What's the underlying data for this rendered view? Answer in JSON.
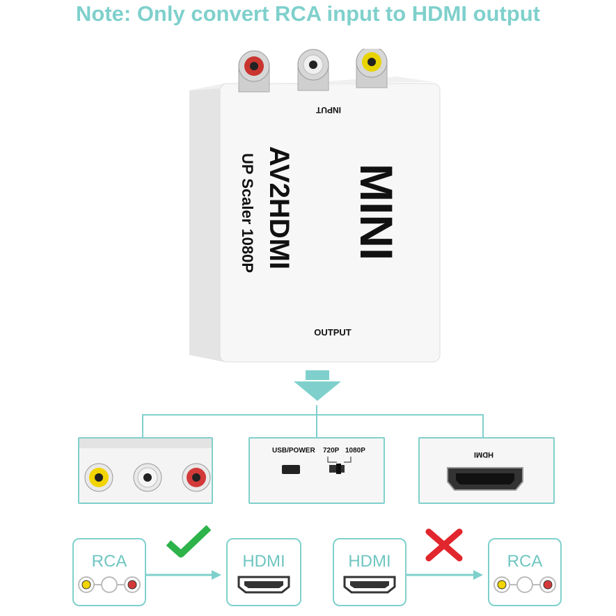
{
  "note": "Note: Only convert RCA input to HDMI output",
  "device": {
    "input_label": "INPUT",
    "output_label": "OUTPUT",
    "model_text": "AV2HDMI",
    "sub_text": "UP Scaler 1080P",
    "brand_text": "MINI"
  },
  "panels": {
    "usb_power_label": "USB/POWER",
    "res_720": "720P",
    "res_1080": "1080P",
    "hdmi_port_label": "HDMI"
  },
  "flows": [
    {
      "from": "RCA",
      "to": "HDMI",
      "status": "check-icon",
      "color": "#2db34a"
    },
    {
      "from": "HDMI",
      "to": "RCA",
      "status": "cross-icon",
      "color": "#e2262d"
    }
  ],
  "colors": {
    "accent": "#7fd0cc",
    "rca_yellow": "#f2d400",
    "rca_white": "#e6e6e6",
    "rca_red": "#d23a3a"
  }
}
